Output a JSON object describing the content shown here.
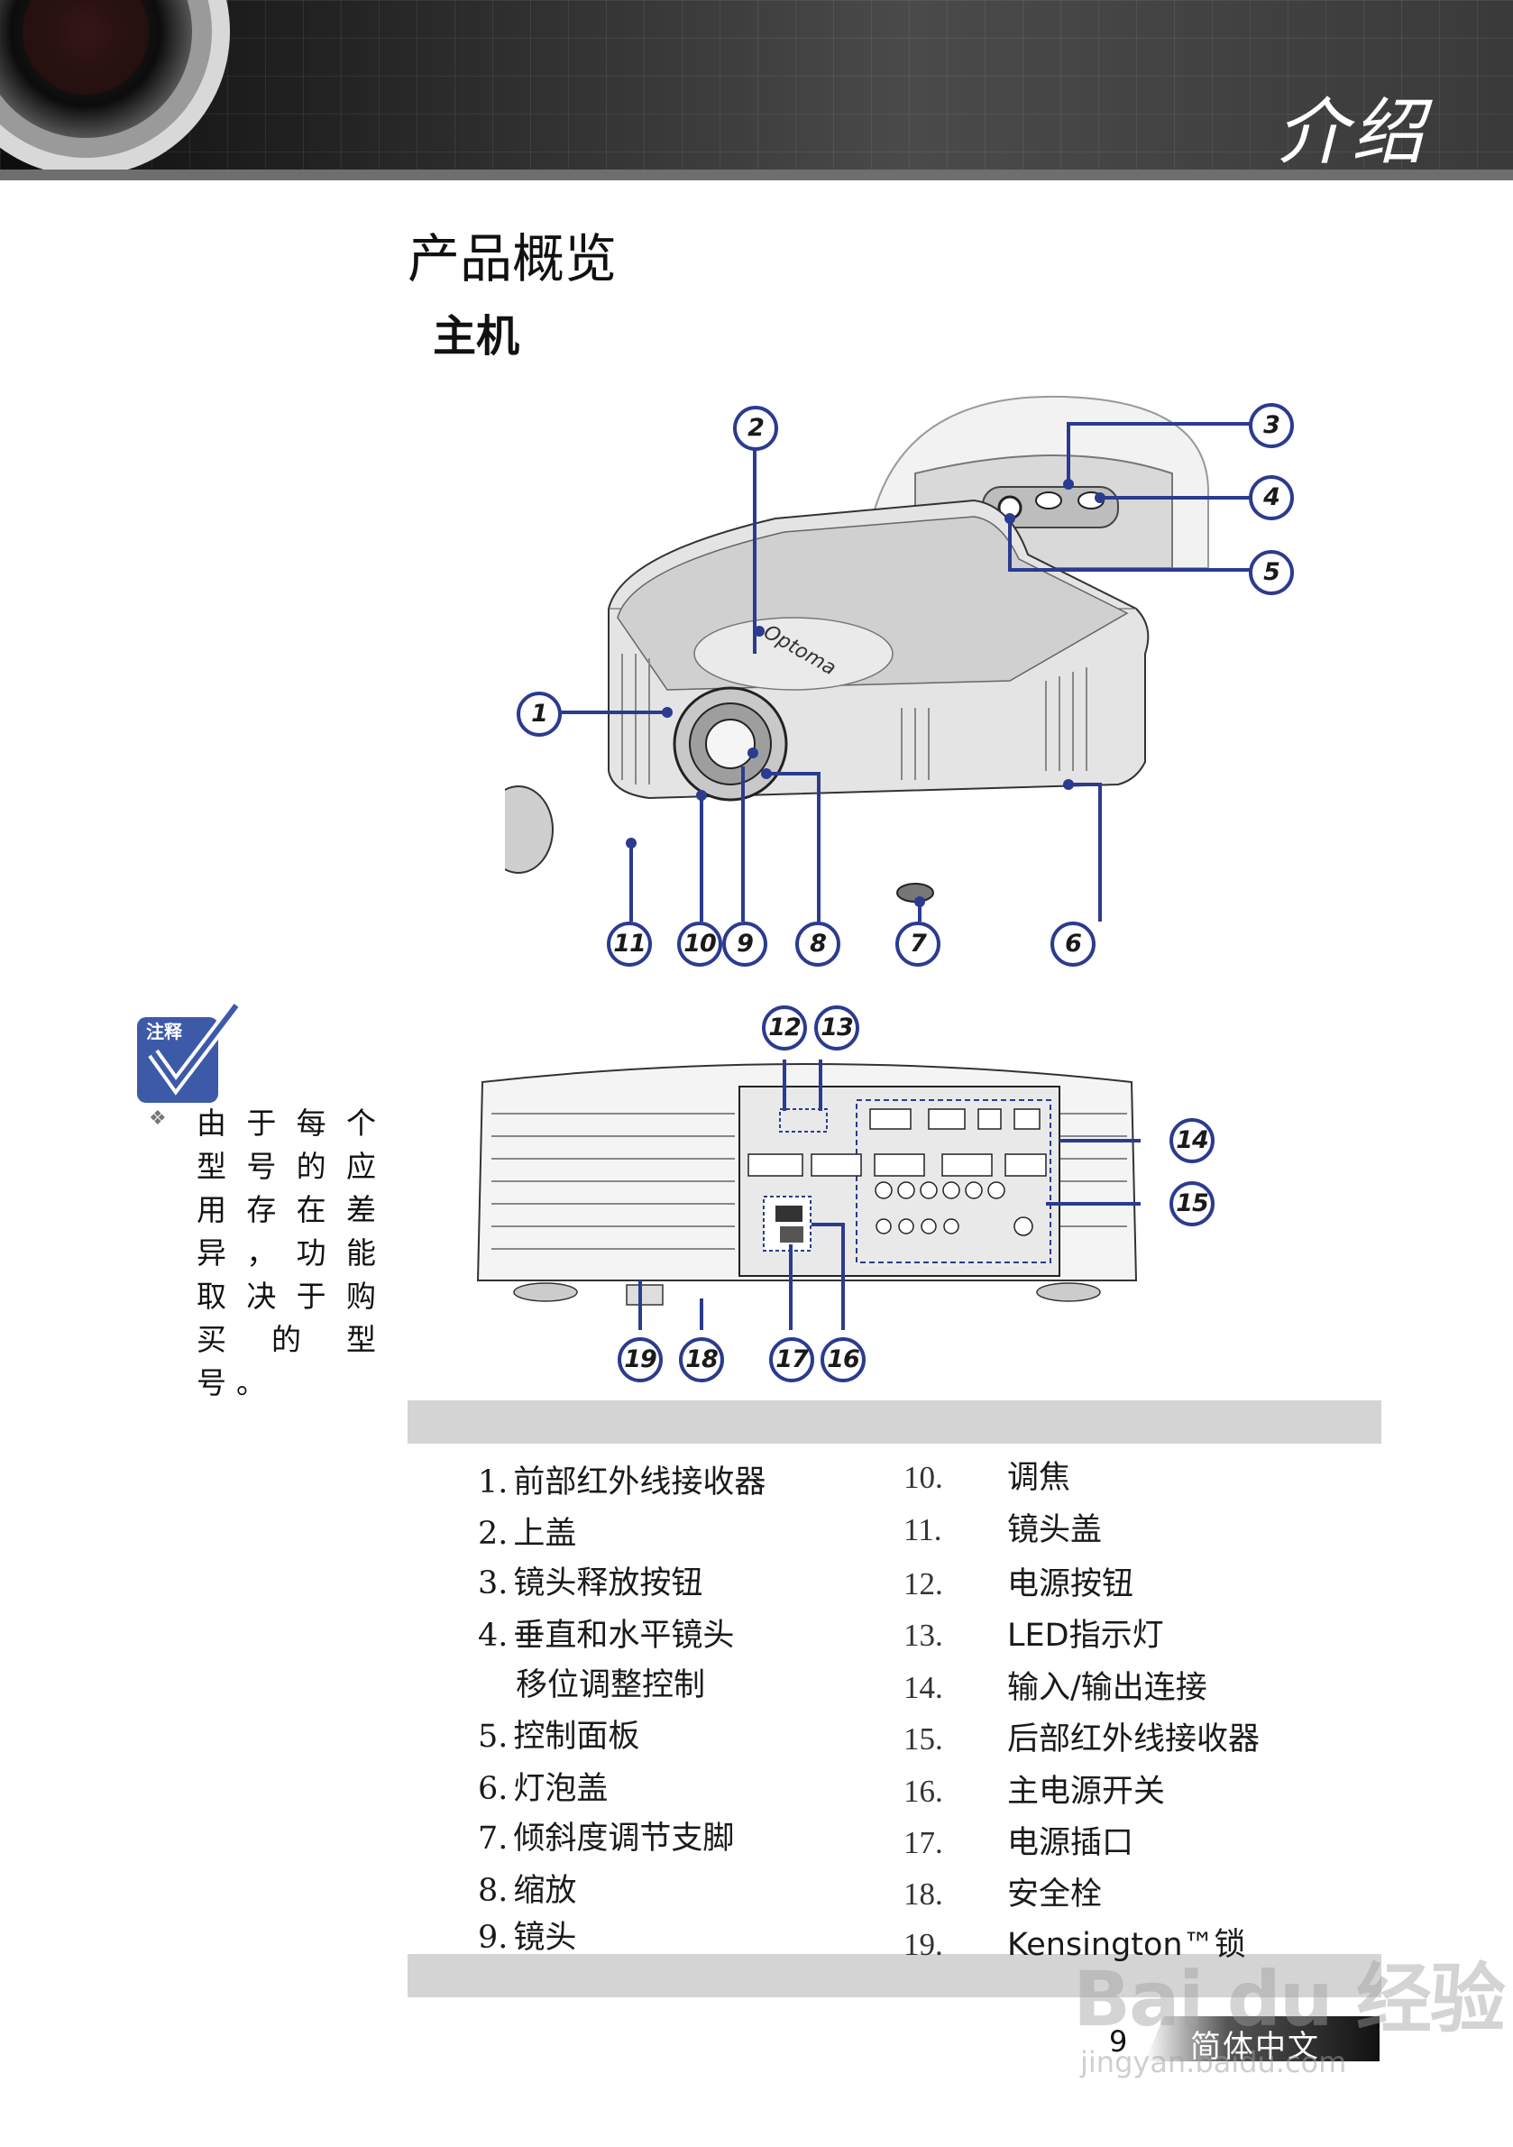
{
  "header": {
    "section_title": "介绍"
  },
  "page": {
    "title": "产品概览",
    "subtitle": "主机"
  },
  "note": {
    "tag": "注释",
    "bullet": "❖",
    "text": "由于每个型号的应用存在差异，功能取决于购买的型号。"
  },
  "callouts": [
    "1",
    "2",
    "3",
    "4",
    "5",
    "6",
    "7",
    "8",
    "9",
    "10",
    "11",
    "12",
    "13",
    "14",
    "15",
    "16",
    "17",
    "18",
    "19"
  ],
  "brand": "Optoma",
  "parts_left": [
    {
      "num": "1.",
      "label": "前部红外线接收器"
    },
    {
      "num": "2.",
      "label": "上盖"
    },
    {
      "num": "3.",
      "label": "镜头释放按钮"
    },
    {
      "num": "4.",
      "label": "垂直和水平镜头"
    },
    {
      "num": "",
      "label": "移位调整控制"
    },
    {
      "num": "5.",
      "label": "控制面板"
    },
    {
      "num": "6.",
      "label": "灯泡盖"
    },
    {
      "num": "7.",
      "label": "倾斜度调节支脚"
    },
    {
      "num": "8.",
      "label": "缩放"
    },
    {
      "num": "9.",
      "label": "镜头"
    }
  ],
  "parts_right": [
    {
      "num": "10.",
      "label": "调焦"
    },
    {
      "num": "11.",
      "label": "镜头盖"
    },
    {
      "num": "12.",
      "label": "电源按钮"
    },
    {
      "num": "13.",
      "label": "LED指示灯"
    },
    {
      "num": "14.",
      "label": "输入/输出连接"
    },
    {
      "num": "15.",
      "label": "后部红外线接收器"
    },
    {
      "num": "16.",
      "label": "主电源开关"
    },
    {
      "num": "17.",
      "label": "电源插口"
    },
    {
      "num": "18.",
      "label": "安全栓"
    },
    {
      "num": "19.",
      "label": "Kensington™锁"
    }
  ],
  "footer": {
    "page_number": "9",
    "language": "简体中文"
  },
  "watermark": {
    "text": "Bai du 经验",
    "url": "jingyan.baidu.com"
  }
}
